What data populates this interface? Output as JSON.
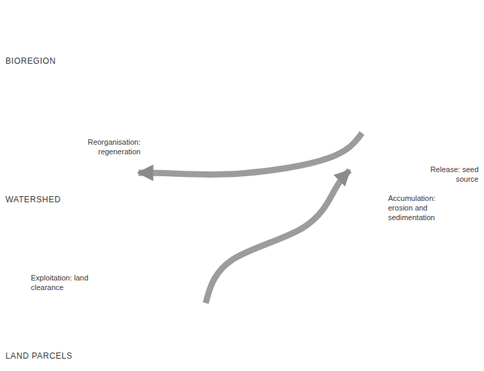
{
  "diagram": {
    "nodes": [
      {
        "text": [
          "BIOREGION"
        ]
      },
      {
        "text": [
          "WATERSHED"
        ]
      },
      {
        "text": [
          "LAND PARCELS"
        ]
      }
    ],
    "edges": [
      {
        "from": 0,
        "to": 1,
        "arrow": "to"
      },
      {
        "from": 2,
        "to": 1,
        "arrow": "to"
      }
    ],
    "labels": [
      "Reorganisation: regeneration",
      "Release: seed source",
      "Accumulation: erosion and sedimentation",
      "Exploitation: land clearance"
    ]
  }
}
